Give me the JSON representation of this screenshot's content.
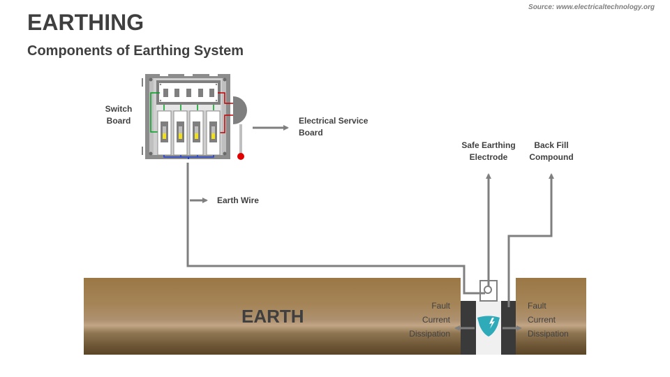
{
  "header": {
    "title": "EARTHING",
    "subtitle": "Components of Earthing System",
    "source": "Source: www.electricaltechnology.org"
  },
  "labels": {
    "switch_board": [
      "Switch",
      "Board"
    ],
    "electrical_service_board": [
      "Electrical Service",
      "Board"
    ],
    "earth_wire": "Earth Wire",
    "safe_earthing_electrode": [
      "Safe Earthing",
      "Electrode"
    ],
    "back_fill_compound": [
      "Back Fill",
      "Compound"
    ],
    "earth": "EARTH",
    "fault_left": [
      "Fault",
      "Current",
      "Dissipation"
    ],
    "fault_right": [
      "Fault",
      "Current",
      "Dissipation"
    ]
  },
  "switchboard": {
    "breaker_count": 4,
    "top_terminal_count": 5
  },
  "icons": {
    "electrode": "shield-lightning-icon"
  },
  "colors": {
    "wire_gray": "#7f7f7f",
    "earth_brown": "#9b7745",
    "neutral_green": "#00a020",
    "live_red": "#c00000",
    "bus_blue": "#2040d0",
    "handle_red": "#e00000",
    "breaker_yellow": "#f0e020",
    "electrode_teal": "#2eaab8",
    "pit_dark": "#3a3a3a"
  }
}
